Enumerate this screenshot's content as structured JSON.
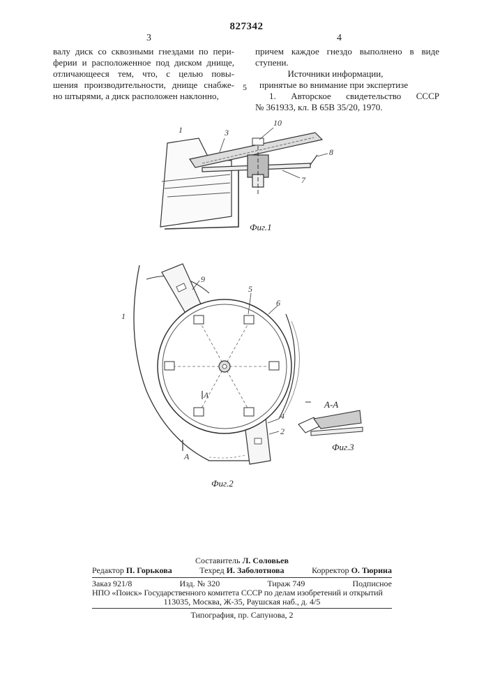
{
  "patent_number": "827342",
  "col_left": {
    "number": "3",
    "lines": [
      "валу диск со сквозными гнездами по пери-",
      "ферии и расположенное под диском днище,",
      "отличающееся тем, что, с целью повы-",
      "шения производительности, днище снабже-",
      "но штырями, а диск расположен наклонно,"
    ]
  },
  "col_right": {
    "number": "4",
    "line1": "причем каждое гнездо выполнено в виде",
    "line2": "ступени.",
    "sources_heading_1": "Источники информации,",
    "sources_heading_2": "принятые во внимание при экспертизе",
    "ref_1": "1. Авторское свидетельство СССР",
    "ref_2": "№ 361933, кл. В 65В 35/20, 1970."
  },
  "line_marker": "5",
  "figures": {
    "fig1": {
      "caption": "Фиг.1",
      "labels": {
        "l1": "1",
        "l3": "3",
        "l10": "10",
        "l8": "8",
        "l7": "7"
      }
    },
    "fig2": {
      "caption": "Фиг.2",
      "labels": {
        "l9": "9",
        "l5": "5",
        "l6": "6",
        "l1": "1",
        "l4": "4",
        "l2": "2",
        "lA1": "А",
        "lA2": "А"
      }
    },
    "fig3": {
      "section": "А-А",
      "caption": "Фиг.3"
    }
  },
  "footer": {
    "compiler_label": "Составитель",
    "compiler_name": "Л. Соловьев",
    "editor_label": "Редактор",
    "editor_name": "П. Горькова",
    "techred_label": "Техред",
    "techred_name": "И. Заболотнова",
    "corrector_label": "Корректор",
    "corrector_name": "О. Тюрина",
    "order": "Заказ 921/8",
    "edition": "Изд. № 320",
    "circulation": "Тираж 749",
    "subscription": "Подписное",
    "org_line": "НПО «Поиск» Государственного комитета СССР по делам изобретений и открытий",
    "address": "113035, Москва, Ж-35, Раушская наб., д. 4/5",
    "printer": "Типография, пр. Сапунова, 2"
  }
}
